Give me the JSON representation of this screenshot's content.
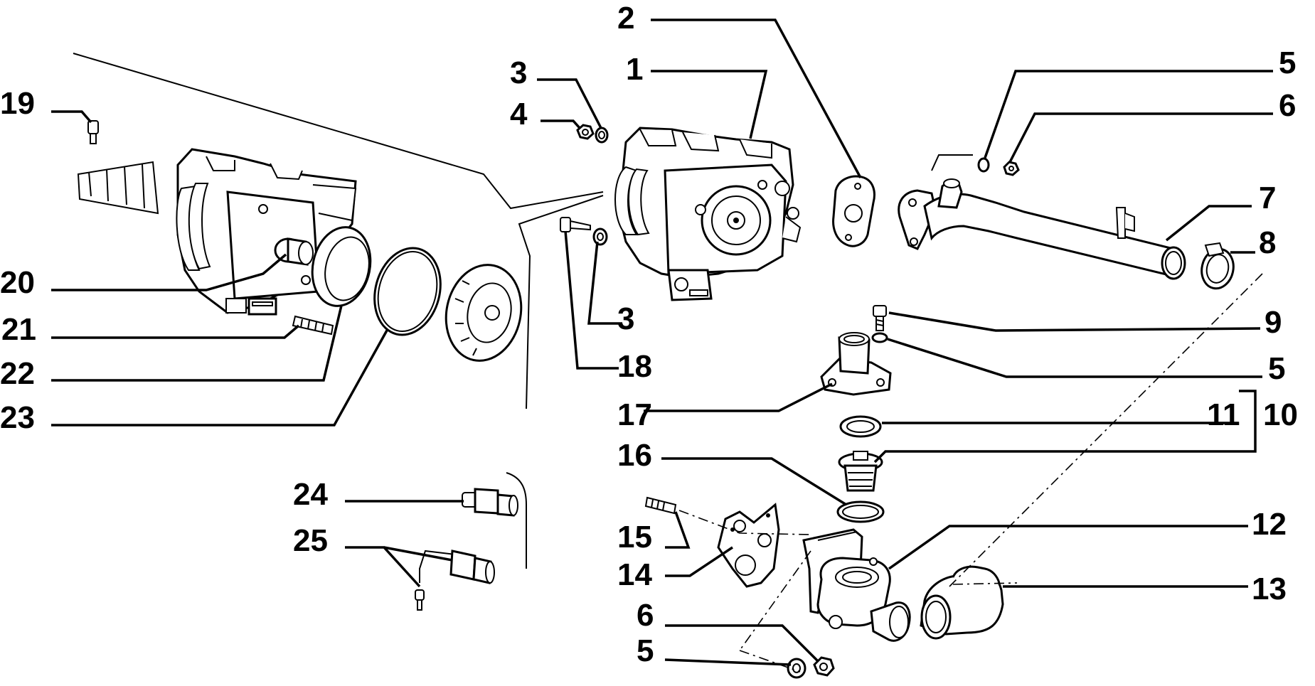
{
  "callouts": {
    "c1": "1",
    "c2": "2",
    "c3a": "3",
    "c3b": "3",
    "c4": "4",
    "c5a": "5",
    "c5b": "5",
    "c5c": "5",
    "c6a": "6",
    "c6b": "6",
    "c7": "7",
    "c8": "8",
    "c9": "9",
    "c10": "10",
    "c11": "11",
    "c12": "12",
    "c13": "13",
    "c14": "14",
    "c15": "15",
    "c16": "16",
    "c17": "17",
    "c18": "18",
    "c19": "19",
    "c20": "20",
    "c21": "21",
    "c22": "22",
    "c23": "23",
    "c24": "24",
    "c25": "25"
  },
  "colors": {
    "ink": "#000000",
    "paper": "#ffffff"
  }
}
